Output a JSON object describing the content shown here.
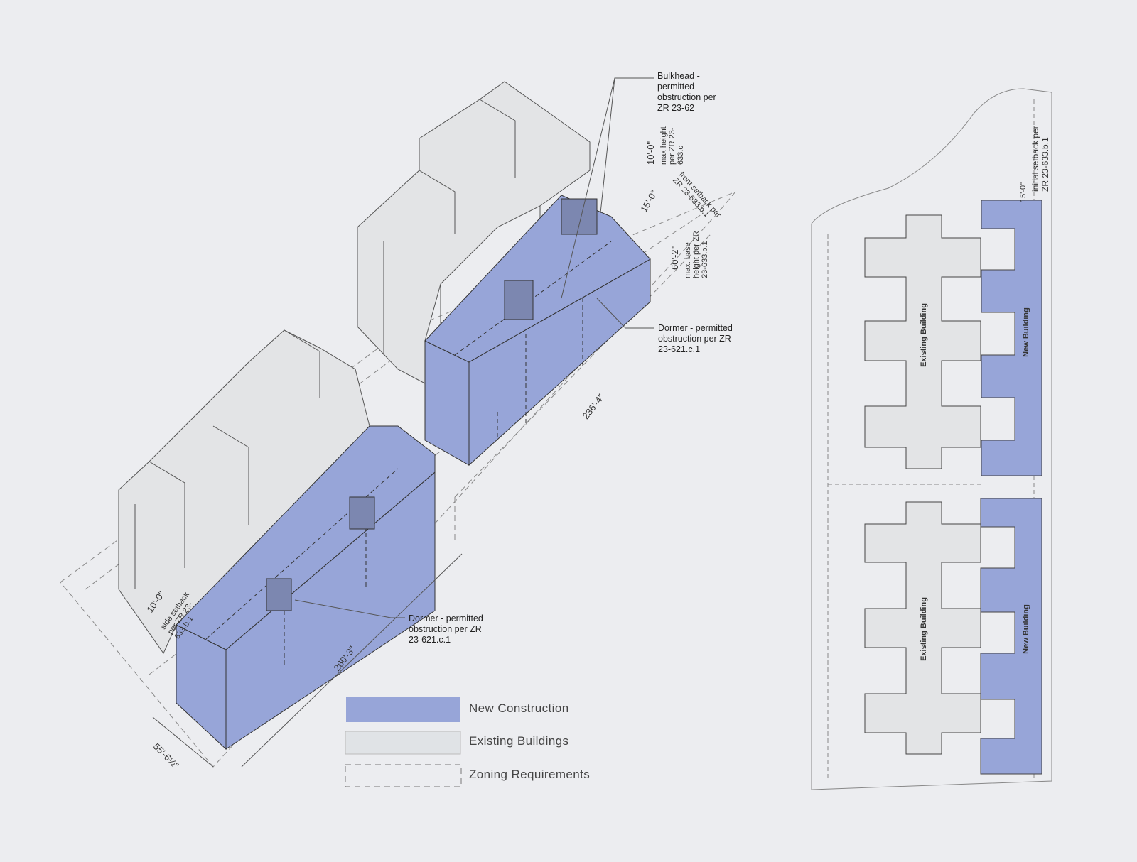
{
  "colors": {
    "new_construction": "#97a5d8",
    "existing": "#e3e4e6",
    "background": "#ecedf0"
  },
  "annotations": {
    "bulkhead": "Bulkhead - permitted obstruction per ZR 23-62",
    "max_height_value": "10'-0\"",
    "max_height_text": "max height per ZR 23-633.c",
    "front_setback_value": "15'-0\"",
    "front_setback_text": "front setback per ZR 23-633.b.1",
    "base_height_value": "60'-2\"",
    "base_height_text": "max. base height per ZR 23-633.b.1",
    "dormer_upper": "Dormer - permitted obstruction per ZR 23-621.c.1",
    "dormer_lower": "Dormer - permitted obstruction per ZR 23-621.c.1",
    "dim_upper_length": "236'-4\"",
    "dim_lower_length": "260'-3\"",
    "dim_width": "55'-6½\"",
    "side_setback_value": "10'-0\"",
    "side_setback_text": "side setback per ZR 23-633.b.1",
    "initial_setback_value": "15'-0\"",
    "initial_setback_text": "initial setback per ZR 23-633.b.1"
  },
  "legend": [
    {
      "label": "New Construction"
    },
    {
      "label": "Existing Buildings"
    },
    {
      "label": "Zoning Requirements"
    }
  ],
  "plan": {
    "existing_upper": "Existing Building",
    "new_upper": "New Building",
    "existing_lower": "Existing Building",
    "new_lower": "New Building"
  }
}
